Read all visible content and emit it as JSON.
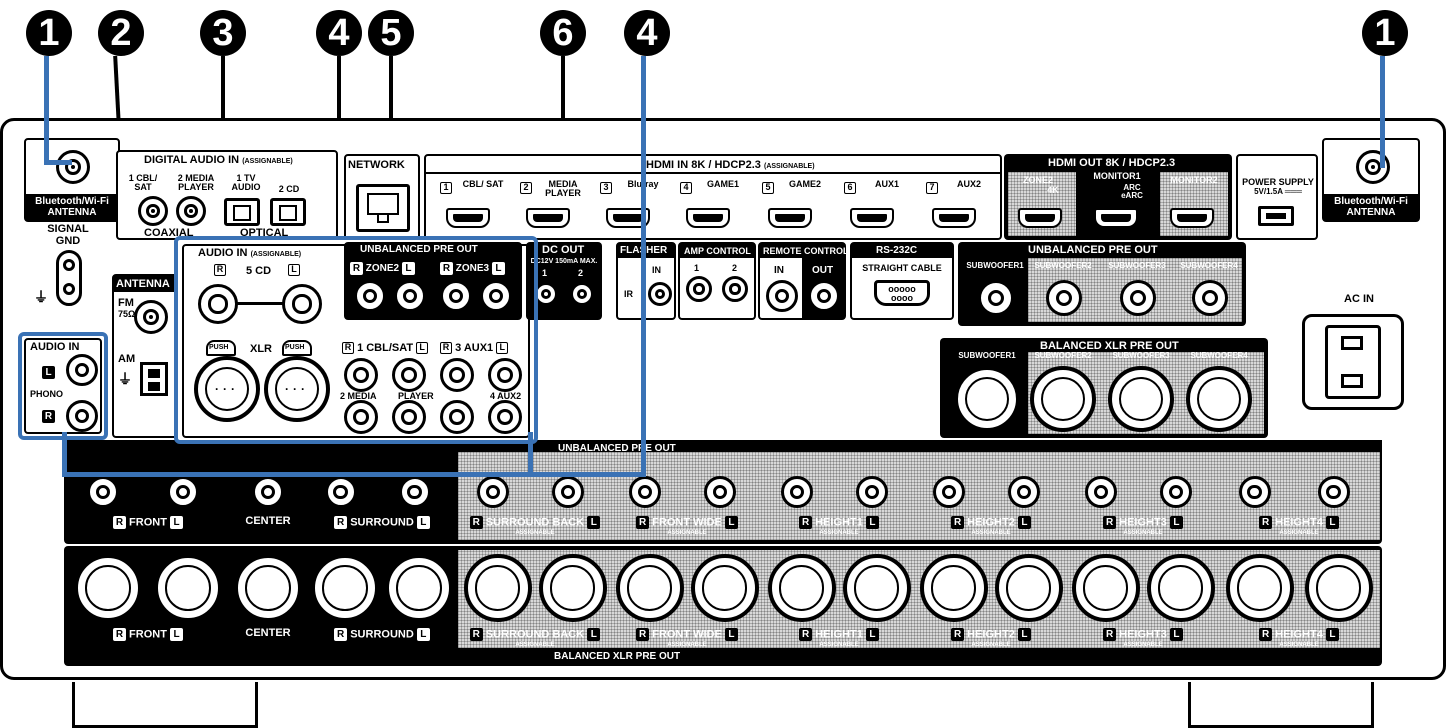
{
  "callouts": [
    "1",
    "2",
    "3",
    "4",
    "5",
    "6",
    "4",
    "1"
  ],
  "bt_antenna_left": "Bluetooth/Wi-Fi ANTENNA",
  "bt_antenna_right": "Bluetooth/Wi-Fi ANTENNA",
  "signal_gnd": "SIGNAL GND",
  "digital_audio_in": {
    "title": "DIGITAL AUDIO IN",
    "assignable": "(ASSIGNABLE)",
    "coax1": "1 CBL/ SAT",
    "coax2": "2 MEDIA PLAYER",
    "opt1": "1 TV AUDIO",
    "opt2": "2 CD",
    "coaxial": "COAXIAL",
    "optical": "OPTICAL"
  },
  "network": "NETWORK",
  "hdmi_in": {
    "title": "HDMI IN 8K / HDCP2.3",
    "assignable": "(ASSIGNABLE)",
    "inputs": [
      {
        "num": "1",
        "label": "CBL/ SAT"
      },
      {
        "num": "2",
        "label": "MEDIA PLAYER"
      },
      {
        "num": "3",
        "label": "Blu-ray"
      },
      {
        "num": "4",
        "label": "GAME1"
      },
      {
        "num": "5",
        "label": "GAME2"
      },
      {
        "num": "6",
        "label": "AUX1"
      },
      {
        "num": "7",
        "label": "AUX2"
      }
    ]
  },
  "hdmi_out": {
    "title": "HDMI OUT 8K / HDCP2.3",
    "zone2": "ZONE2",
    "zone2_sub": "4K",
    "monitor1": "MONITOR1",
    "monitor1_sub": "ARC eARC",
    "monitor2": "MONITOR2"
  },
  "power_supply": {
    "label": "POWER SUPPLY",
    "rating": "5V/1.5A ═══"
  },
  "antenna": {
    "title": "ANTENNA",
    "fm": "FM",
    "fm_ohm": "75Ω",
    "am": "AM"
  },
  "audio_in": {
    "title": "AUDIO IN",
    "assignable": "(ASSIGNABLE)",
    "cd": "5 CD",
    "xlr": "XLR",
    "push": "PUSH",
    "cbl_sat": "1 CBL/SAT",
    "aux1": "3 AUX1",
    "media": "2 MEDIA",
    "player": "PLAYER",
    "aux2": "4 AUX2",
    "r": "R",
    "l": "L"
  },
  "phono": {
    "title": "AUDIO IN",
    "label": "PHONO",
    "l": "L",
    "r": "R"
  },
  "unbal_pre_zone": {
    "title": "UNBALANCED PRE OUT",
    "zone2": "ZONE2",
    "zone3": "ZONE3"
  },
  "dc_out": {
    "title": "DC OUT",
    "spec": "DC12V 150mA MAX.",
    "ch1": "1",
    "ch2": "2"
  },
  "flasher": {
    "title": "FLASHER",
    "in": "IN",
    "ir": "IR"
  },
  "amp_control": {
    "title": "AMP CONTROL",
    "ch1": "1",
    "ch2": "2"
  },
  "remote_control": {
    "title": "REMOTE CONTROL",
    "in": "IN",
    "out": "OUT"
  },
  "rs232c": {
    "title": "RS-232C",
    "sub": "STRAIGHT CABLE"
  },
  "unbal_sub": {
    "title": "UNBALANCED PRE OUT",
    "subs": [
      "SUBWOOFER1",
      "SUBWOOFER2",
      "SUBWOOFER3",
      "SUBWOOFER4"
    ]
  },
  "bal_sub": {
    "title": "BALANCED XLR PRE OUT",
    "subs": [
      "SUBWOOFER1",
      "SUBWOOFER2",
      "SUBWOOFER3",
      "SUBWOOFER4"
    ]
  },
  "ac_in": "AC IN",
  "unbal_main_title": "UNBALANCED PRE OUT",
  "bal_main_title": "BALANCED XLR PRE OUT",
  "channels": [
    {
      "label": "FRONT",
      "assignable": ""
    },
    {
      "label": "CENTER",
      "assignable": ""
    },
    {
      "label": "SURROUND",
      "assignable": ""
    },
    {
      "label": "SURROUND BACK",
      "assignable": "ASSIGNABLE"
    },
    {
      "label": "FRONT WIDE",
      "assignable": "ASSIGNABLE"
    },
    {
      "label": "HEIGHT1",
      "assignable": "ASSIGNABLE"
    },
    {
      "label": "HEIGHT2",
      "assignable": "ASSIGNABLE"
    },
    {
      "label": "HEIGHT3",
      "assignable": "ASSIGNABLE"
    },
    {
      "label": "HEIGHT4",
      "assignable": "ASSIGNABLE"
    }
  ],
  "r": "R",
  "l": "L",
  "colors": {
    "callout_line": "#3a72b5",
    "panel": "#000000",
    "hatch": "#d8d8d8"
  }
}
